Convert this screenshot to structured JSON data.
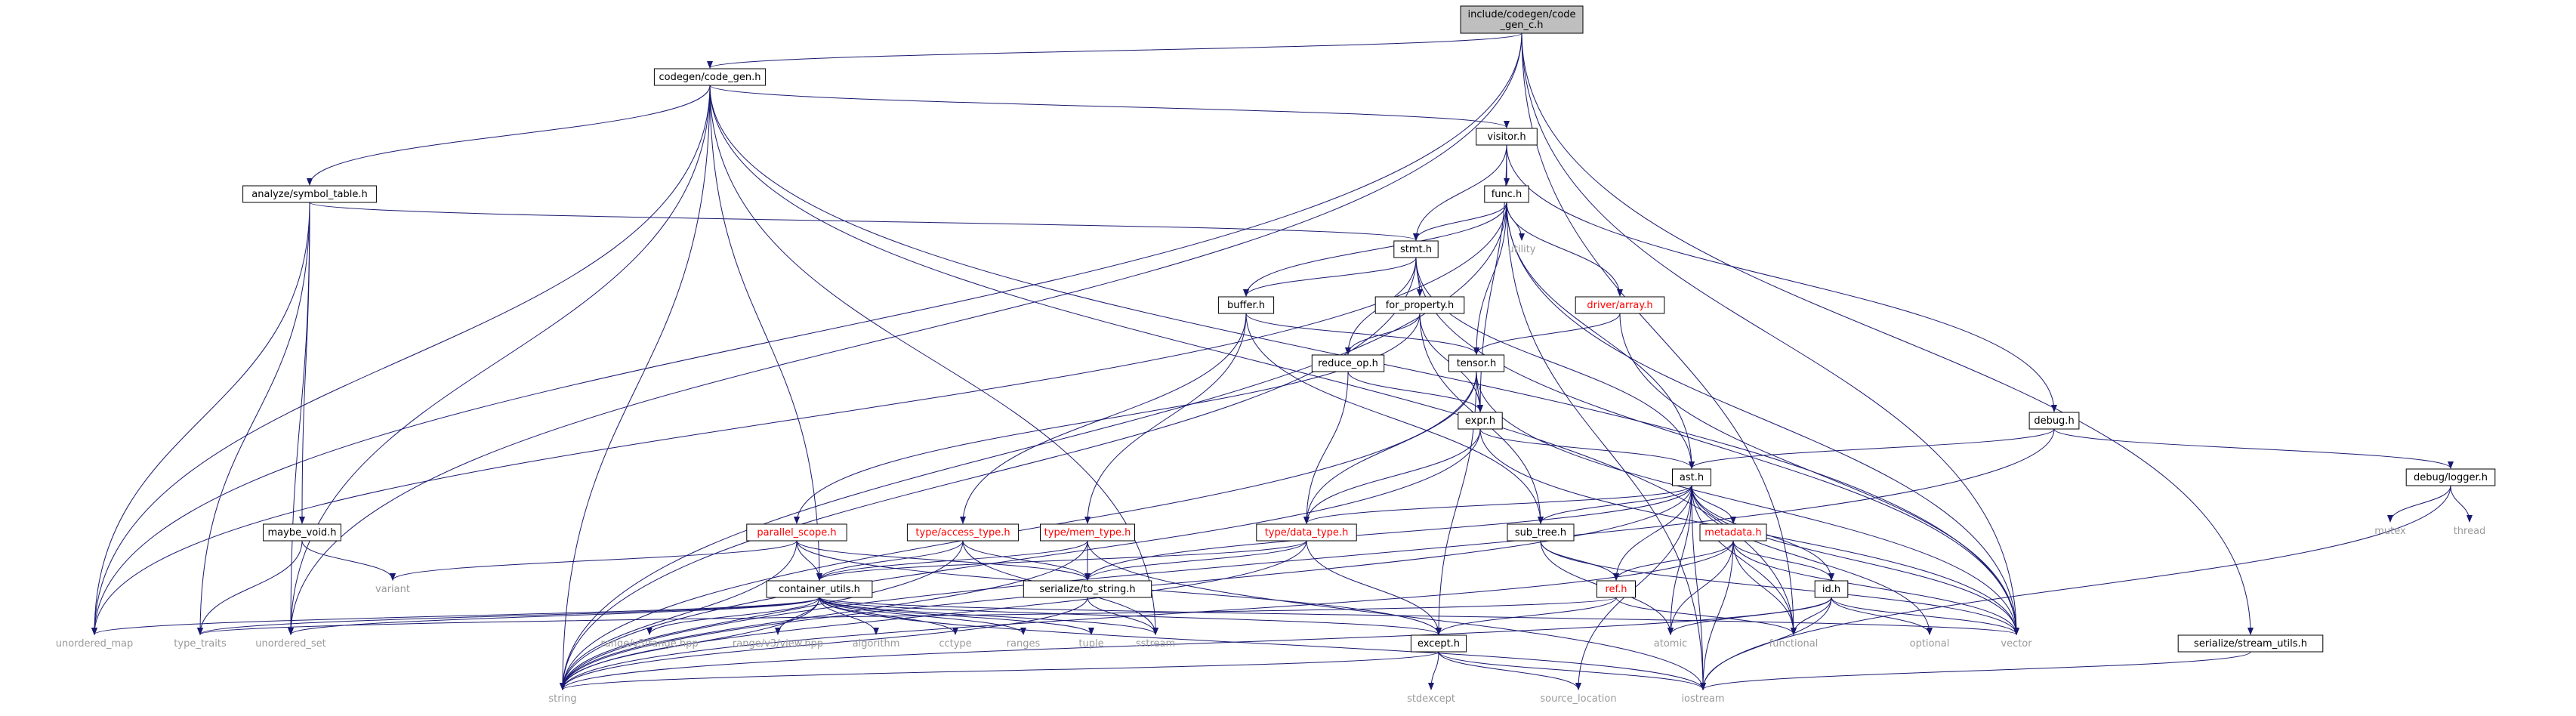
{
  "colors": {
    "edge": "#191970",
    "box_border": "#000000",
    "gray_text": "#9a9a9a",
    "red_text": "#ff0000",
    "black_text": "#000000",
    "root_fill": "#bfbfbf",
    "box_fill": "#ffffff"
  },
  "nodes": [
    {
      "id": "root",
      "lines": [
        "include/codegen/code",
        "_gen_c.h"
      ],
      "kind": "root"
    },
    {
      "id": "code_gen",
      "lines": [
        "codegen/code_gen.h"
      ],
      "kind": "box"
    },
    {
      "id": "visitor",
      "lines": [
        "visitor.h"
      ],
      "kind": "box"
    },
    {
      "id": "symbol_table",
      "lines": [
        "analyze/symbol_table.h"
      ],
      "kind": "box"
    },
    {
      "id": "func",
      "lines": [
        "func.h"
      ],
      "kind": "box"
    },
    {
      "id": "utility",
      "lines": [
        "utility"
      ],
      "kind": "gray"
    },
    {
      "id": "stmt",
      "lines": [
        "stmt.h"
      ],
      "kind": "box"
    },
    {
      "id": "buffer",
      "lines": [
        "buffer.h"
      ],
      "kind": "box"
    },
    {
      "id": "for_property",
      "lines": [
        "for_property.h"
      ],
      "kind": "box"
    },
    {
      "id": "driver_array",
      "lines": [
        "driver/array.h"
      ],
      "kind": "red"
    },
    {
      "id": "reduce_op",
      "lines": [
        "reduce_op.h"
      ],
      "kind": "box"
    },
    {
      "id": "tensor",
      "lines": [
        "tensor.h"
      ],
      "kind": "box"
    },
    {
      "id": "expr",
      "lines": [
        "expr.h"
      ],
      "kind": "box"
    },
    {
      "id": "debug",
      "lines": [
        "debug.h"
      ],
      "kind": "box"
    },
    {
      "id": "debug_logger",
      "lines": [
        "debug/logger.h"
      ],
      "kind": "box"
    },
    {
      "id": "mutex",
      "lines": [
        "mutex"
      ],
      "kind": "gray"
    },
    {
      "id": "thread",
      "lines": [
        "thread"
      ],
      "kind": "gray"
    },
    {
      "id": "ast",
      "lines": [
        "ast.h"
      ],
      "kind": "box"
    },
    {
      "id": "maybe_void",
      "lines": [
        "maybe_void.h"
      ],
      "kind": "box"
    },
    {
      "id": "variant",
      "lines": [
        "variant"
      ],
      "kind": "gray"
    },
    {
      "id": "parallel_scope",
      "lines": [
        "parallel_scope.h"
      ],
      "kind": "red"
    },
    {
      "id": "access_type",
      "lines": [
        "type/access_type.h"
      ],
      "kind": "red"
    },
    {
      "id": "mem_type",
      "lines": [
        "type/mem_type.h"
      ],
      "kind": "red"
    },
    {
      "id": "data_type",
      "lines": [
        "type/data_type.h"
      ],
      "kind": "red"
    },
    {
      "id": "sub_tree",
      "lines": [
        "sub_tree.h"
      ],
      "kind": "box"
    },
    {
      "id": "metadata",
      "lines": [
        "metadata.h"
      ],
      "kind": "red"
    },
    {
      "id": "container_utils",
      "lines": [
        "container_utils.h"
      ],
      "kind": "box"
    },
    {
      "id": "serialize_to_string",
      "lines": [
        "serialize/to_string.h"
      ],
      "kind": "box"
    },
    {
      "id": "ref",
      "lines": [
        "ref.h"
      ],
      "kind": "red"
    },
    {
      "id": "id",
      "lines": [
        "id.h"
      ],
      "kind": "box"
    },
    {
      "id": "unordered_map",
      "lines": [
        "unordered_map"
      ],
      "kind": "gray"
    },
    {
      "id": "type_traits",
      "lines": [
        "type_traits"
      ],
      "kind": "gray"
    },
    {
      "id": "unordered_set",
      "lines": [
        "unordered_set"
      ],
      "kind": "gray"
    },
    {
      "id": "range_hpp",
      "lines": [
        "range/v3/range.hpp"
      ],
      "kind": "gray"
    },
    {
      "id": "view_hpp",
      "lines": [
        "range/v3/view.hpp"
      ],
      "kind": "gray"
    },
    {
      "id": "algorithm",
      "lines": [
        "algorithm"
      ],
      "kind": "gray"
    },
    {
      "id": "cctype",
      "lines": [
        "cctype"
      ],
      "kind": "gray"
    },
    {
      "id": "ranges",
      "lines": [
        "ranges"
      ],
      "kind": "gray"
    },
    {
      "id": "tuple",
      "lines": [
        "tuple"
      ],
      "kind": "gray"
    },
    {
      "id": "sstream",
      "lines": [
        "sstream"
      ],
      "kind": "gray"
    },
    {
      "id": "except",
      "lines": [
        "except.h"
      ],
      "kind": "box"
    },
    {
      "id": "atomic",
      "lines": [
        "atomic"
      ],
      "kind": "gray"
    },
    {
      "id": "functional",
      "lines": [
        "functional"
      ],
      "kind": "gray"
    },
    {
      "id": "optional",
      "lines": [
        "optional"
      ],
      "kind": "gray"
    },
    {
      "id": "vector",
      "lines": [
        "vector"
      ],
      "kind": "gray"
    },
    {
      "id": "stream_utils",
      "lines": [
        "serialize/stream_utils.h"
      ],
      "kind": "box"
    },
    {
      "id": "string",
      "lines": [
        "string"
      ],
      "kind": "gray"
    },
    {
      "id": "stdexcept",
      "lines": [
        "stdexcept"
      ],
      "kind": "gray"
    },
    {
      "id": "source_location",
      "lines": [
        "source_location"
      ],
      "kind": "gray"
    },
    {
      "id": "iostream",
      "lines": [
        "iostream"
      ],
      "kind": "gray"
    }
  ],
  "edges": [
    [
      "root",
      "code_gen"
    ],
    [
      "root",
      "unordered_map"
    ],
    [
      "root",
      "unordered_set"
    ],
    [
      "root",
      "functional"
    ],
    [
      "root",
      "vector"
    ],
    [
      "root",
      "stream_utils"
    ],
    [
      "code_gen",
      "visitor"
    ],
    [
      "code_gen",
      "symbol_table"
    ],
    [
      "code_gen",
      "container_utils"
    ],
    [
      "code_gen",
      "unordered_map"
    ],
    [
      "code_gen",
      "unordered_set"
    ],
    [
      "code_gen",
      "string"
    ],
    [
      "code_gen",
      "sstream"
    ],
    [
      "code_gen",
      "vector"
    ],
    [
      "code_gen",
      "functional"
    ],
    [
      "visitor",
      "func"
    ],
    [
      "visitor",
      "stmt"
    ],
    [
      "visitor",
      "expr"
    ],
    [
      "visitor",
      "debug"
    ],
    [
      "symbol_table",
      "stmt"
    ],
    [
      "symbol_table",
      "maybe_void"
    ],
    [
      "symbol_table",
      "unordered_map"
    ],
    [
      "symbol_table",
      "unordered_set"
    ],
    [
      "symbol_table",
      "type_traits"
    ],
    [
      "func",
      "utility"
    ],
    [
      "func",
      "stmt"
    ],
    [
      "func",
      "buffer"
    ],
    [
      "func",
      "tensor"
    ],
    [
      "func",
      "driver_array"
    ],
    [
      "func",
      "ast"
    ],
    [
      "func",
      "unordered_map"
    ],
    [
      "func",
      "string"
    ],
    [
      "func",
      "vector"
    ],
    [
      "func",
      "iostream"
    ],
    [
      "stmt",
      "buffer"
    ],
    [
      "stmt",
      "for_property"
    ],
    [
      "stmt",
      "reduce_op"
    ],
    [
      "stmt",
      "ast"
    ],
    [
      "stmt",
      "string"
    ],
    [
      "stmt",
      "vector"
    ],
    [
      "buffer",
      "tensor"
    ],
    [
      "buffer",
      "access_type"
    ],
    [
      "buffer",
      "mem_type"
    ],
    [
      "buffer",
      "sub_tree"
    ],
    [
      "for_property",
      "reduce_op"
    ],
    [
      "for_property",
      "expr"
    ],
    [
      "for_property",
      "sub_tree"
    ],
    [
      "for_property",
      "parallel_scope"
    ],
    [
      "driver_array",
      "tensor"
    ],
    [
      "driver_array",
      "vector"
    ],
    [
      "reduce_op",
      "expr"
    ],
    [
      "reduce_op",
      "data_type"
    ],
    [
      "tensor",
      "expr"
    ],
    [
      "tensor",
      "data_type"
    ],
    [
      "tensor",
      "except"
    ],
    [
      "tensor",
      "vector"
    ],
    [
      "tensor",
      "string"
    ],
    [
      "expr",
      "ast"
    ],
    [
      "expr",
      "data_type"
    ],
    [
      "expr",
      "string"
    ],
    [
      "expr",
      "vector"
    ],
    [
      "debug",
      "ast"
    ],
    [
      "debug",
      "debug_logger"
    ],
    [
      "debug",
      "string"
    ],
    [
      "debug_logger",
      "mutex"
    ],
    [
      "debug_logger",
      "thread"
    ],
    [
      "debug_logger",
      "iostream"
    ],
    [
      "ast",
      "data_type"
    ],
    [
      "ast",
      "sub_tree"
    ],
    [
      "ast",
      "metadata"
    ],
    [
      "ast",
      "ref"
    ],
    [
      "ast",
      "id"
    ],
    [
      "ast",
      "serialize_to_string"
    ],
    [
      "ast",
      "atomic"
    ],
    [
      "ast",
      "functional"
    ],
    [
      "ast",
      "optional"
    ],
    [
      "ast",
      "vector"
    ],
    [
      "ast",
      "string"
    ],
    [
      "ast",
      "iostream"
    ],
    [
      "ast",
      "source_location"
    ],
    [
      "maybe_void",
      "variant"
    ],
    [
      "maybe_void",
      "type_traits"
    ],
    [
      "parallel_scope",
      "container_utils"
    ],
    [
      "parallel_scope",
      "serialize_to_string"
    ],
    [
      "parallel_scope",
      "variant"
    ],
    [
      "parallel_scope",
      "string"
    ],
    [
      "parallel_scope",
      "except"
    ],
    [
      "access_type",
      "container_utils"
    ],
    [
      "access_type",
      "serialize_to_string"
    ],
    [
      "access_type",
      "string"
    ],
    [
      "access_type",
      "sstream"
    ],
    [
      "mem_type",
      "container_utils"
    ],
    [
      "mem_type",
      "serialize_to_string"
    ],
    [
      "mem_type",
      "string"
    ],
    [
      "mem_type",
      "iostream"
    ],
    [
      "data_type",
      "container_utils"
    ],
    [
      "data_type",
      "serialize_to_string"
    ],
    [
      "data_type",
      "except"
    ],
    [
      "data_type",
      "string"
    ],
    [
      "sub_tree",
      "ref"
    ],
    [
      "sub_tree",
      "atomic"
    ],
    [
      "sub_tree",
      "vector"
    ],
    [
      "metadata",
      "ref"
    ],
    [
      "metadata",
      "id"
    ],
    [
      "metadata",
      "atomic"
    ],
    [
      "metadata",
      "functional"
    ],
    [
      "metadata",
      "vector"
    ],
    [
      "metadata",
      "string"
    ],
    [
      "metadata",
      "iostream"
    ],
    [
      "container_utils",
      "unordered_map"
    ],
    [
      "container_utils",
      "type_traits"
    ],
    [
      "container_utils",
      "unordered_set"
    ],
    [
      "container_utils",
      "range_hpp"
    ],
    [
      "container_utils",
      "view_hpp"
    ],
    [
      "container_utils",
      "algorithm"
    ],
    [
      "container_utils",
      "cctype"
    ],
    [
      "container_utils",
      "ranges"
    ],
    [
      "container_utils",
      "tuple"
    ],
    [
      "container_utils",
      "sstream"
    ],
    [
      "container_utils",
      "except"
    ],
    [
      "container_utils",
      "string"
    ],
    [
      "container_utils",
      "iostream"
    ],
    [
      "container_utils",
      "vector"
    ],
    [
      "serialize_to_string",
      "sstream"
    ],
    [
      "serialize_to_string",
      "string"
    ],
    [
      "ref",
      "except"
    ],
    [
      "ref",
      "functional"
    ],
    [
      "ref",
      "type_traits"
    ],
    [
      "id",
      "atomic"
    ],
    [
      "id",
      "functional"
    ],
    [
      "id",
      "optional"
    ],
    [
      "id",
      "vector"
    ],
    [
      "id",
      "iostream"
    ],
    [
      "id",
      "string"
    ],
    [
      "except",
      "stdexcept"
    ],
    [
      "except",
      "source_location"
    ],
    [
      "except",
      "string"
    ],
    [
      "except",
      "iostream"
    ],
    [
      "stream_utils",
      "iostream"
    ]
  ]
}
